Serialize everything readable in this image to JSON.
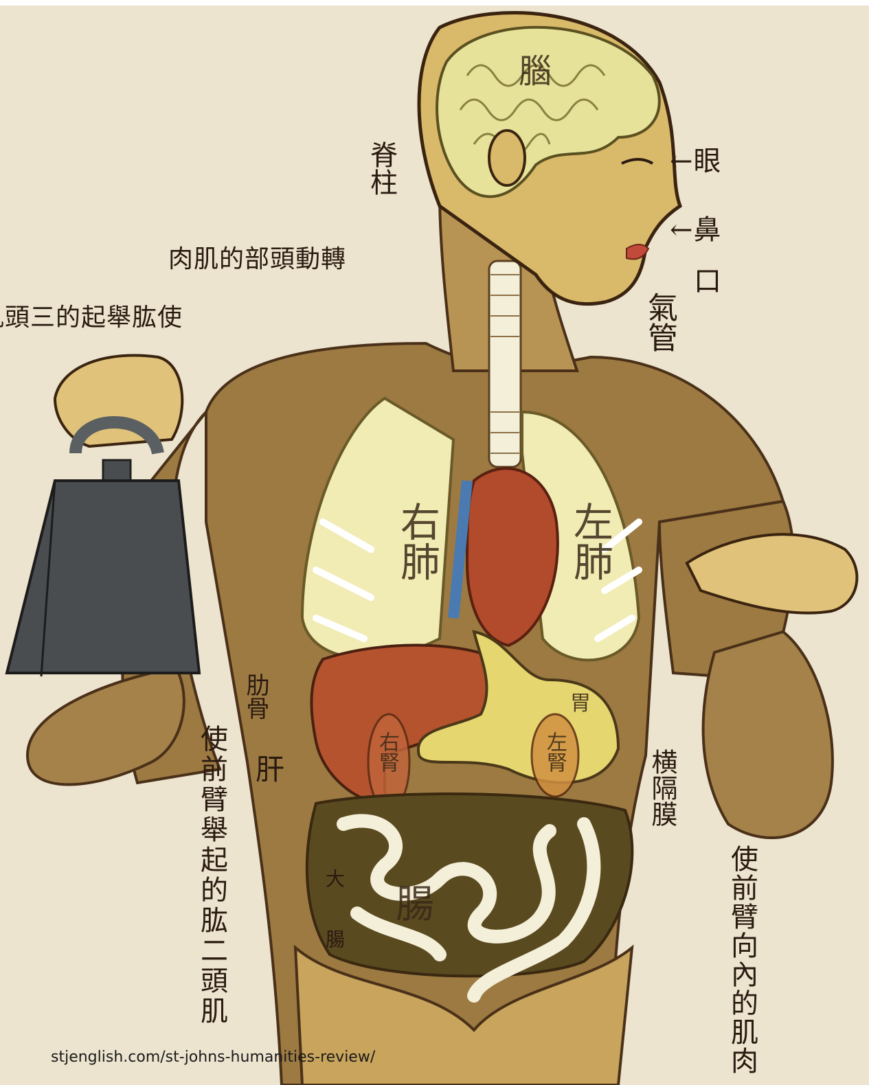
{
  "labels": {
    "brain": "腦",
    "spine": "脊柱",
    "eye": "←眼",
    "nose": "←鼻",
    "mouth": "口",
    "trachea": "氣管",
    "neck_muscle": "肉肌的部頭動轉",
    "triceps": "肌頭三的起舉肱使",
    "right_lung": "右肺",
    "left_lung": "左肺",
    "rib": "肋骨",
    "liver": "肝",
    "stomach": "胃",
    "right_kidney": "右腎",
    "left_kidney": "左腎",
    "diaphragm": "横隔膜",
    "biceps": "使前臂舉起的肱二頭肌",
    "forearm_muscle": "使前臂向內的肌肉",
    "large_intestine": "大腸",
    "intestine": "腸"
  },
  "credit": "stjenglish.com/st-johns-humanities-review/",
  "colors": {
    "background": "#ece4cf",
    "skin": "#d9b96a",
    "muscle": "#9c7a42",
    "lung": "#f1ecb4",
    "heart": "#b24a2c",
    "liver": "#b4532e",
    "stomach": "#e6d670",
    "weight": "#4a4d4f"
  }
}
